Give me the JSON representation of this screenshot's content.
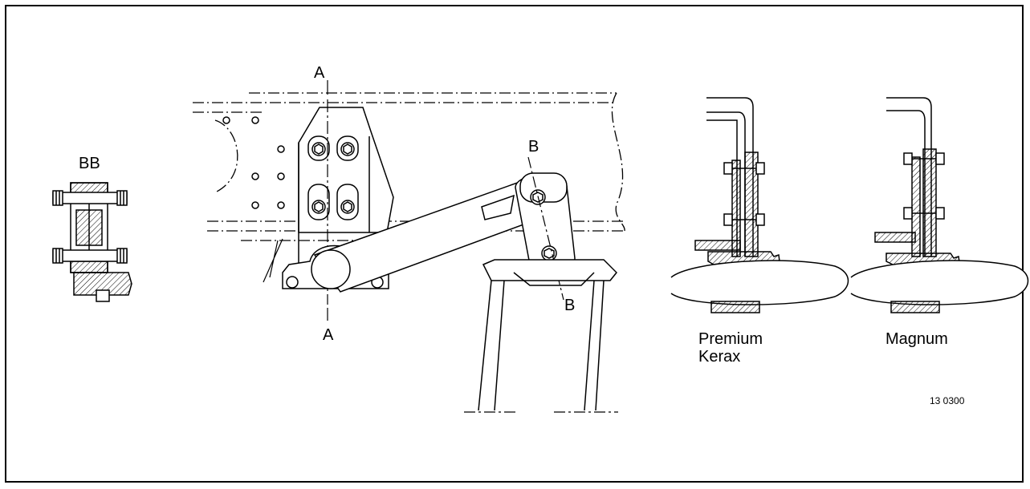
{
  "figure": {
    "labels": {
      "section_bb": "BB",
      "section_a_top": "A",
      "section_a_bottom": "A",
      "section_b_top": "B",
      "section_b_bottom": "B",
      "variant_premium_kerax": "Premium\nKerax",
      "variant_magnum": "Magnum",
      "figure_number": "13 0300"
    },
    "line_color": "#000000",
    "hatch_color": "#000000"
  }
}
